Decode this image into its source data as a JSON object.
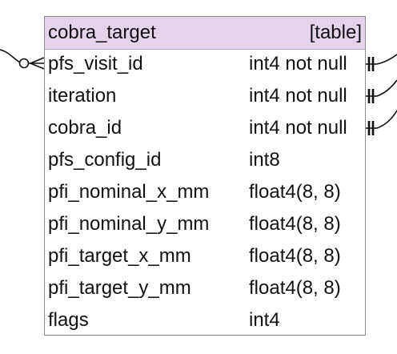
{
  "table": {
    "name": "cobra_target",
    "kind": "[table]",
    "header_color": "#e4d3ea",
    "border_color": "#8c8c8c",
    "columns": [
      {
        "name": "pfs_visit_id",
        "type": "int4 not null"
      },
      {
        "name": "iteration",
        "type": "int4 not null"
      },
      {
        "name": "cobra_id",
        "type": "int4 not null"
      },
      {
        "name": "pfs_config_id",
        "type": "int8"
      },
      {
        "name": "pfi_nominal_x_mm",
        "type": "float4(8, 8)"
      },
      {
        "name": "pfi_nominal_y_mm",
        "type": "float4(8, 8)"
      },
      {
        "name": "pfi_target_x_mm",
        "type": "float4(8, 8)"
      },
      {
        "name": "pfi_target_y_mm",
        "type": "float4(8, 8)"
      },
      {
        "name": "flags",
        "type": "int4"
      }
    ]
  },
  "relationships": [
    {
      "column": "pfs_visit_id",
      "side": "left",
      "notation": "zero-or-many",
      "icon": "crowfoot-zero-many-icon"
    },
    {
      "column": "pfs_visit_id",
      "side": "right",
      "notation": "one-and-only-one",
      "icon": "double-bar-one-icon"
    },
    {
      "column": "iteration",
      "side": "right",
      "notation": "one-and-only-one",
      "icon": "double-bar-one-icon"
    },
    {
      "column": "cobra_id",
      "side": "right",
      "notation": "one-and-only-one",
      "icon": "double-bar-one-icon"
    }
  ]
}
